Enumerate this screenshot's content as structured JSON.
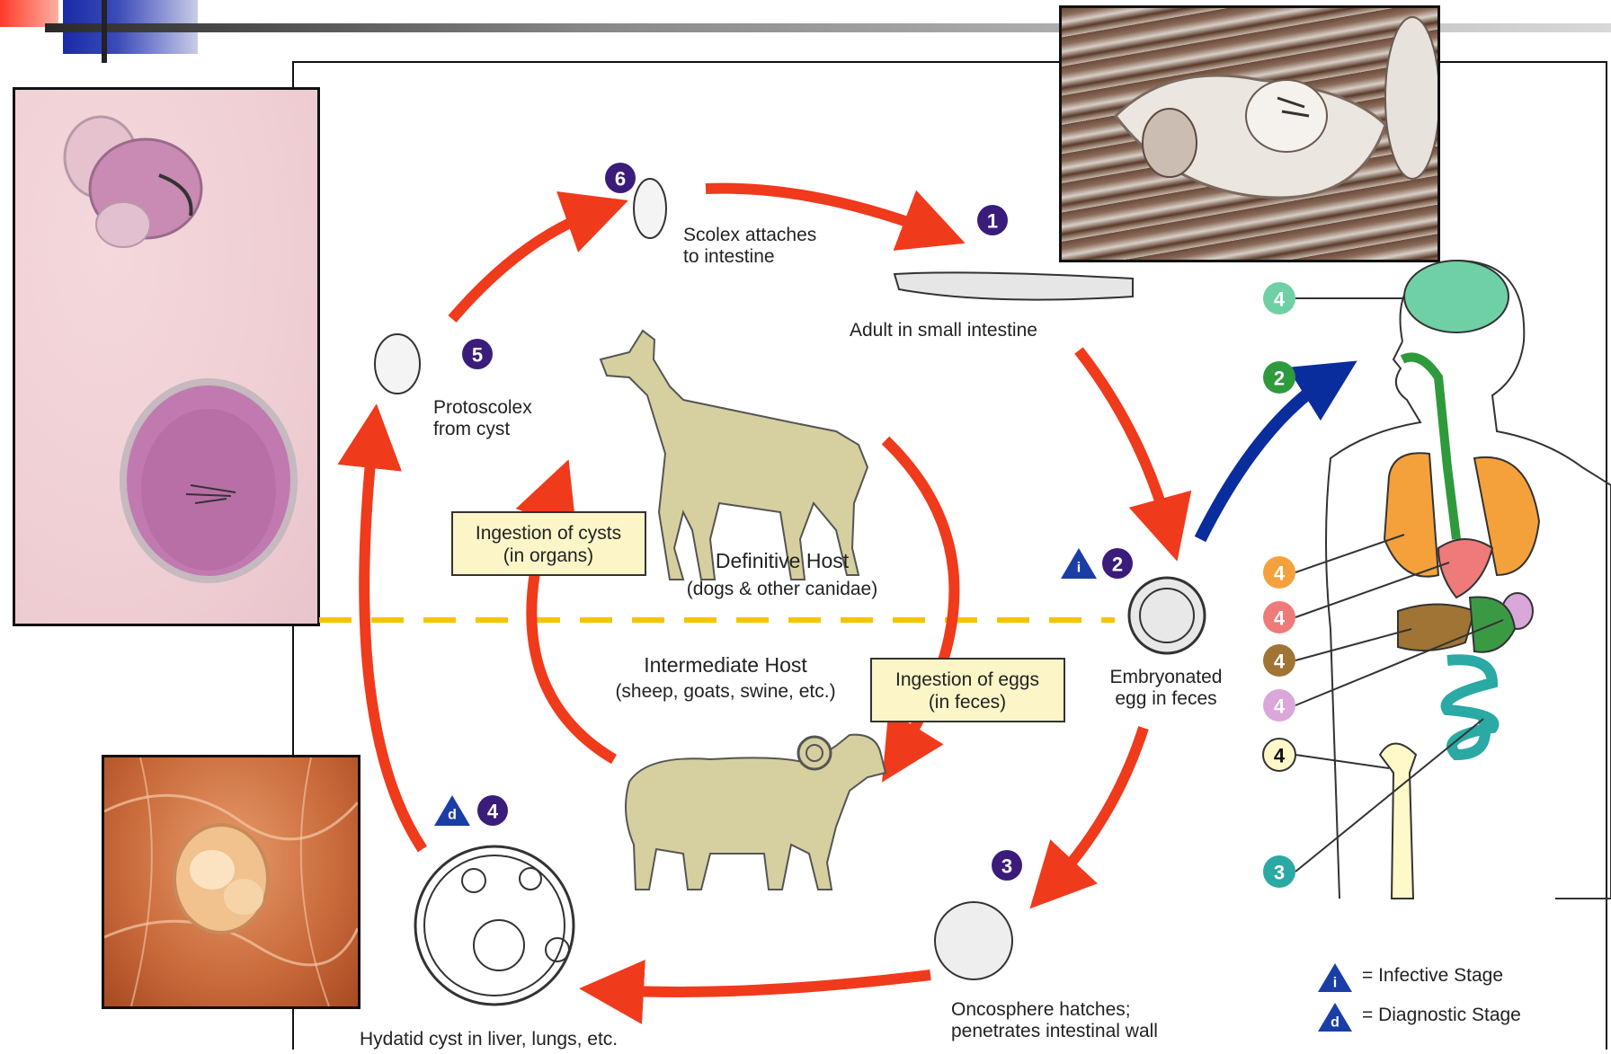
{
  "cycle": {
    "stages": [
      {
        "number": "1",
        "label_lines": [
          "Adult in small intestine"
        ]
      },
      {
        "number": "2",
        "label_lines": [
          "Embryonated",
          "egg in feces"
        ]
      },
      {
        "number": "3",
        "label_lines": [
          "Oncosphere hatches;",
          "penetrates intestinal wall"
        ]
      },
      {
        "number": "4",
        "label_lines": [
          "Hydatid cyst in liver, lungs, etc."
        ]
      },
      {
        "number": "5",
        "label_lines": [
          "Protoscolex",
          "from cyst"
        ]
      },
      {
        "number": "6",
        "label_lines": [
          "Scolex attaches",
          "to intestine"
        ]
      }
    ],
    "stage_marks": {
      "infective": "i",
      "diagnostic": "d"
    }
  },
  "hosts": {
    "definitive": {
      "title": "Definitive Host",
      "subtitle": "(dogs & other canidae)"
    },
    "intermediate": {
      "title": "Intermediate Host",
      "subtitle": "(sheep, goats, swine, etc.)"
    }
  },
  "boxes": {
    "cysts": [
      "Ingestion of cysts",
      "(in organs)"
    ],
    "eggs": [
      "Ingestion of eggs",
      "(in feces)"
    ]
  },
  "human_markers": [
    {
      "number": "4",
      "color": "#6fd0a5",
      "organ": "brain"
    },
    {
      "number": "2",
      "color": "#2e9a3c",
      "organ": "ingestion"
    },
    {
      "number": "4",
      "color": "#f5a13b",
      "organ": "lungs"
    },
    {
      "number": "4",
      "color": "#ef7a7a",
      "organ": "heart"
    },
    {
      "number": "4",
      "color": "#a07434",
      "organ": "liver"
    },
    {
      "number": "4",
      "color": "#d9a7d9",
      "organ": "spleen"
    },
    {
      "number": "4",
      "color": "#fff8c8",
      "organ": "bone"
    },
    {
      "number": "3",
      "color": "#2aa9a5",
      "organ": "intestine"
    }
  ],
  "legend": {
    "infective_text": "= Infective Stage",
    "diagnostic_text": "= Diagnostic Stage"
  },
  "colors": {
    "cycle_arrow": "#f03a1c",
    "human_arrow": "#0a2d9e",
    "stage_circle": "#3a1d7a",
    "stage_triangle": "#1b3ea6",
    "divider": "#f5c400",
    "host_fill": "#d6d0a0",
    "note_box": "#fbf5c8"
  },
  "photos": {
    "top_left": "protoscolex micrograph",
    "bottom_left": "hydatid cyst in tissue",
    "top_right": "scolex in intestinal tissue"
  }
}
